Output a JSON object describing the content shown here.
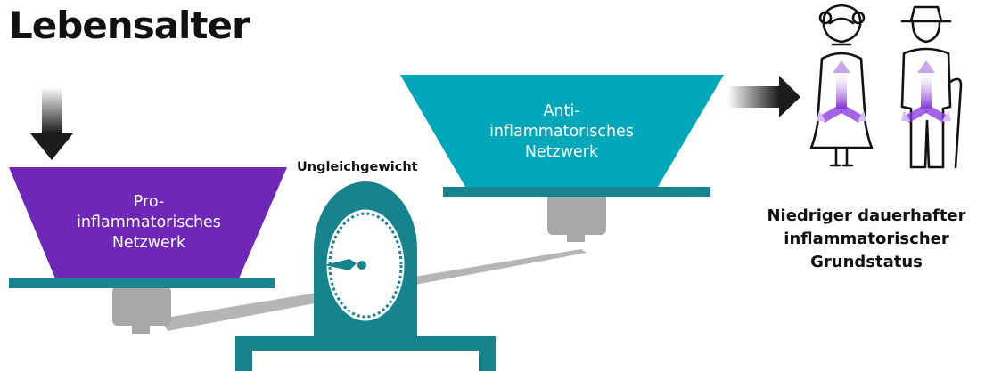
{
  "title": "Lebensalter",
  "pro_pan": {
    "lines": [
      "Pro-",
      "inflammatorisches",
      "Netzwerk"
    ]
  },
  "anti_pan": {
    "lines": [
      "Anti-",
      "inflammatorisches",
      "Netzwerk"
    ]
  },
  "imbalance_label": "Ungleichgewicht",
  "result": {
    "lines": [
      "Niedriger dauerhafter",
      "inflammatorischer",
      "Grundstatus"
    ]
  },
  "colors": {
    "pro": "#6f27b8",
    "anti": "#00a7b8",
    "pan_rim": "#17858f",
    "weight": "#a8a8a8",
    "beam": "#b5b5b5",
    "arrow_dark": "#1c1c1c",
    "glow": "#a063e0"
  },
  "icons": [
    "down-arrow-icon",
    "right-arrow-icon",
    "older-woman-icon",
    "older-man-icon",
    "scale-dial-icon",
    "dial-needle-icon"
  ]
}
